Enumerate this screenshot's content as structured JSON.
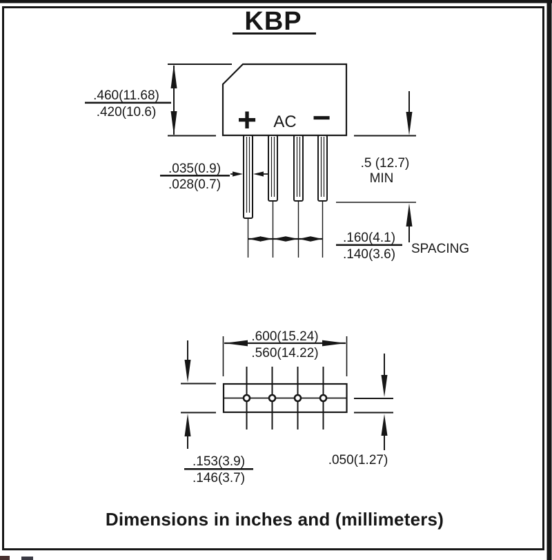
{
  "window": {
    "title": "KBP",
    "caption": "Dimensions in inches and (millimeters)"
  },
  "colors": {
    "ink": "#161616",
    "paper": "#ffffff"
  },
  "top_view": {
    "description": "front view of KBP bridge rectifier body with four leads",
    "body_markings": {
      "plus": "+",
      "ac": "AC",
      "minus": "−"
    },
    "dimensions": {
      "body_height": {
        "max_in_mm": ".460(11.68)",
        "min_in_mm": ".420(10.6)"
      },
      "lead_width": {
        "max_in_mm": ".035(0.9)",
        "min_in_mm": ".028(0.7)"
      },
      "lead_length": {
        "value_in_mm": ".5 (12.7)",
        "qualifier": "MIN"
      },
      "lead_spacing": {
        "max_in_mm": ".160(4.1)",
        "min_in_mm": ".140(3.6)",
        "label": "SPACING"
      }
    }
  },
  "bottom_view": {
    "description": "bottom view of body showing four lead positions",
    "dimensions": {
      "body_length": {
        "max_in_mm": ".600(15.24)",
        "min_in_mm": ".560(14.22)"
      },
      "body_thickness": {
        "max_in_mm": ".153(3.9)",
        "min_in_mm": ".146(3.7)"
      },
      "lead_offset": {
        "value_in_mm": ".050(1.27)"
      }
    }
  }
}
